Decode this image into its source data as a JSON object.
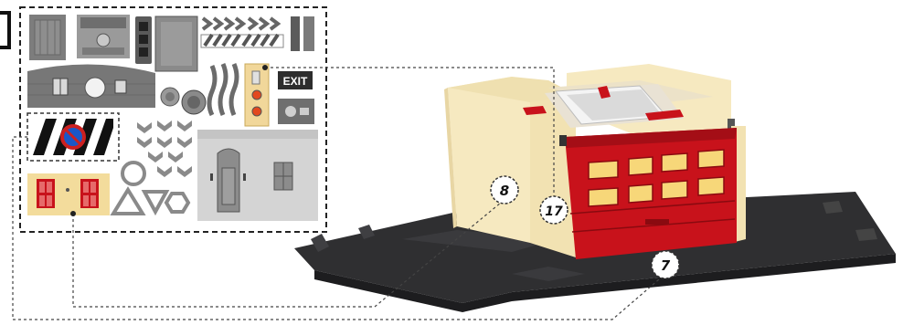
{
  "sticker_sheet": {
    "exit_sign": "EXIT"
  },
  "callouts": [
    {
      "number": "8"
    },
    {
      "number": "17"
    },
    {
      "number": "7"
    }
  ],
  "colors": {
    "door_red": "#c8121b",
    "building_cream": "#f6e9c0",
    "base_dark": "#2f2f31",
    "sheet_border": "#222222",
    "leader_line": "#444444"
  }
}
